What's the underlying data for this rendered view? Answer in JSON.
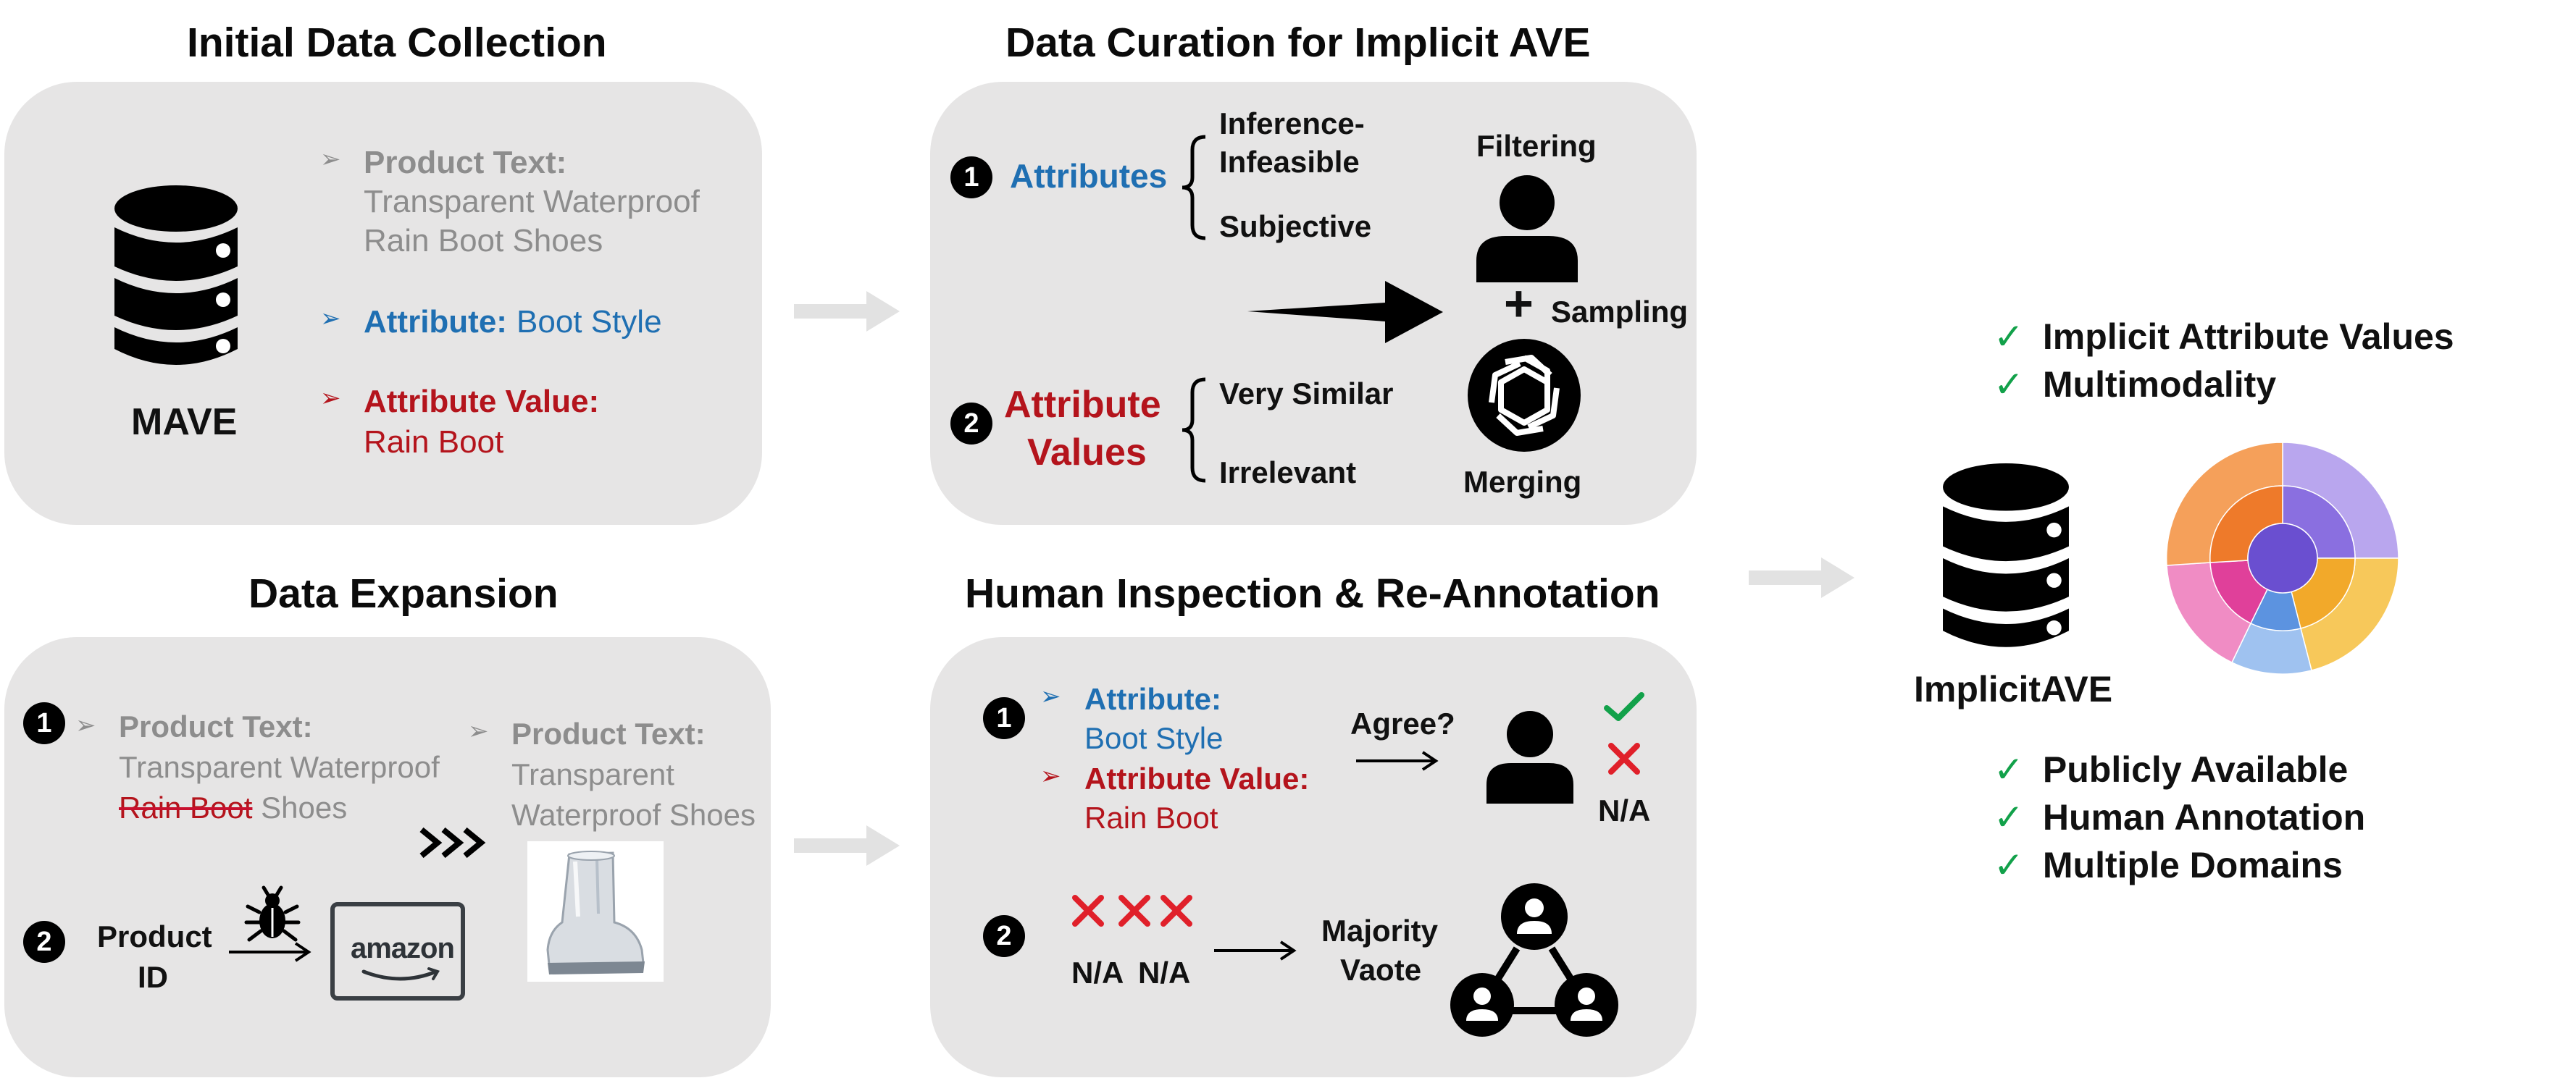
{
  "colors": {
    "panel": "#e6e5e5",
    "blue": "#1f6fb2",
    "red": "#b4141c",
    "green": "#12a14a",
    "gray": "#8d8d8d"
  },
  "initial": {
    "title": "Initial Data Collection",
    "db_label": "MAVE",
    "product_text_label": "Product Text:",
    "product_text_line1": "Transparent Waterproof",
    "product_text_line2": "Rain Boot Shoes",
    "attribute_label": "Attribute:",
    "attribute_value": "Boot Style",
    "attr_value_label": "Attribute Value:",
    "attr_value_value": "Rain Boot"
  },
  "curation": {
    "title": "Data Curation for Implicit AVE",
    "step1_num": "1",
    "step1_label": "Attributes",
    "infeasible_line1": "Inference-",
    "infeasible_line2": "Infeasible",
    "subjective": "Subjective",
    "step2_num": "2",
    "step2_line1": "Attribute",
    "step2_line2": "Values",
    "very_similar": "Very Similar",
    "irrelevant": "Irrelevant",
    "filtering": "Filtering",
    "plus": "+",
    "sampling": "Sampling",
    "merging": "Merging"
  },
  "expansion": {
    "title": "Data Expansion",
    "step1_num": "1",
    "product_text_label": "Product Text:",
    "product_text_line1": "Transparent Waterproof",
    "struck": "Rain Boot",
    "shoes": " Shoes",
    "new_label": "Product Text:",
    "new_line1": "Transparent",
    "new_line2": "Waterproof Shoes",
    "chevrons": "»»",
    "step2_num": "2",
    "product_id_line1": "Product",
    "product_id_line2": "ID",
    "amazon": "amazon"
  },
  "inspection": {
    "title": "Human Inspection & Re-Annotation",
    "step1_num": "1",
    "attribute_label": "Attribute:",
    "attribute_value": "Boot Style",
    "attr_value_label": "Attribute Value:",
    "attr_value_value": "Rain Boot",
    "agree": "Agree?",
    "na_right": "N/A",
    "step2_num": "2",
    "na1": "N/A",
    "na2": "N/A",
    "majority_line1": "Majority",
    "majority_line2": "Vaote"
  },
  "result": {
    "top_checks": [
      "Implicit Attribute Values",
      "Multimodality"
    ],
    "db_label": "ImplicitAVE",
    "bottom_checks": [
      "Publicly Available",
      "Human Annotation",
      "Multiple Domains"
    ],
    "check_glyph": "✓"
  }
}
